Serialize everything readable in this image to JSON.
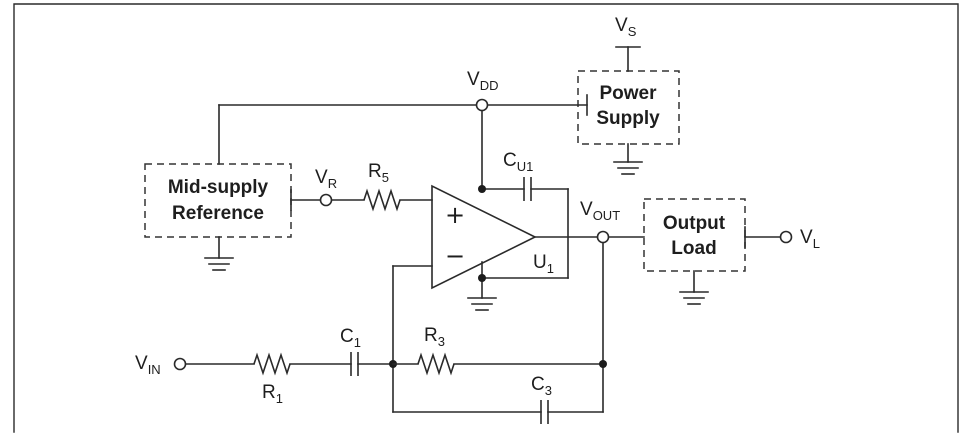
{
  "labels": {
    "vs": {
      "main": "V",
      "sub": "S"
    },
    "vdd": {
      "main": "V",
      "sub": "DD"
    },
    "vr": {
      "main": "V",
      "sub": "R"
    },
    "r5": {
      "main": "R",
      "sub": "5"
    },
    "cu1": {
      "main": "C",
      "sub": "U1"
    },
    "vout": {
      "main": "V",
      "sub": "OUT"
    },
    "u1": {
      "main": "U",
      "sub": "1"
    },
    "vl": {
      "main": "V",
      "sub": "L"
    },
    "vin": {
      "main": "V",
      "sub": "IN"
    },
    "r1": {
      "main": "R",
      "sub": "1"
    },
    "c1": {
      "main": "C",
      "sub": "1"
    },
    "r3": {
      "main": "R",
      "sub": "3"
    },
    "c3": {
      "main": "C",
      "sub": "3"
    }
  },
  "boxes": {
    "power_supply": {
      "line1": "Power",
      "line2": "Supply"
    },
    "mid_supply": {
      "line1": "Mid-supply",
      "line2": "Reference"
    },
    "output_load": {
      "line1": "Output",
      "line2": "Load"
    }
  },
  "opamp": {
    "plus": "+",
    "minus": "−"
  }
}
